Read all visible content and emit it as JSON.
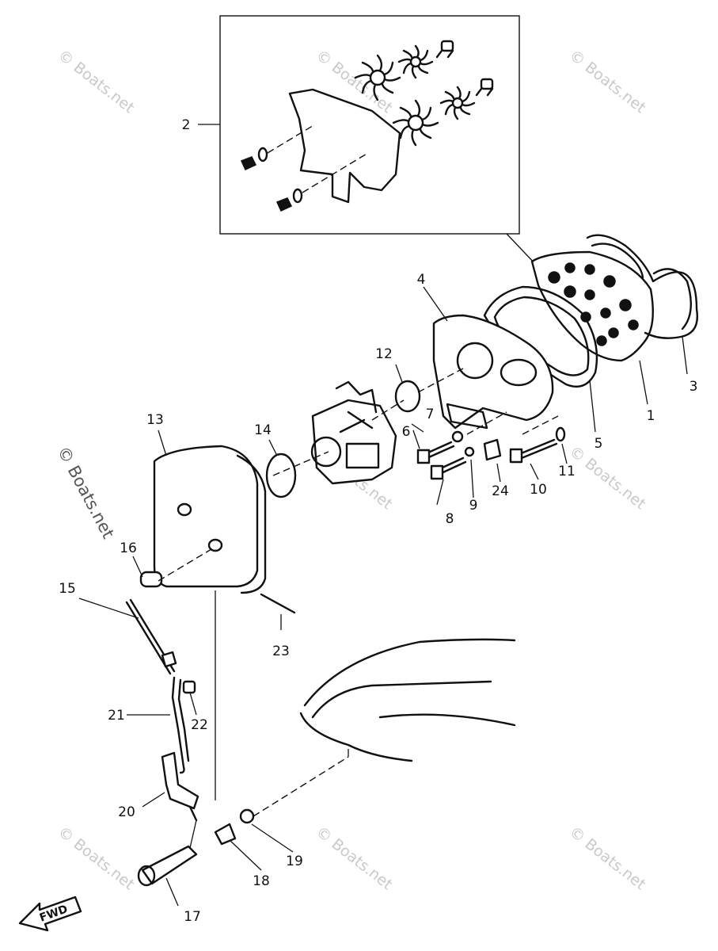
{
  "callouts": {
    "c1": "1",
    "c2": "2",
    "c3": "3",
    "c4": "4",
    "c5": "5",
    "c6": "6",
    "c7": "7",
    "c8": "8",
    "c9": "9",
    "c10": "10",
    "c11": "11",
    "c12": "12",
    "c13": "13",
    "c14": "14",
    "c15": "15",
    "c16": "16",
    "c17": "17",
    "c18": "18",
    "c19": "19",
    "c20": "20",
    "c21": "21",
    "c22": "22",
    "c23": "23",
    "c24": "24"
  },
  "watermark": "© Boats.net",
  "fwd_label": "FWD"
}
